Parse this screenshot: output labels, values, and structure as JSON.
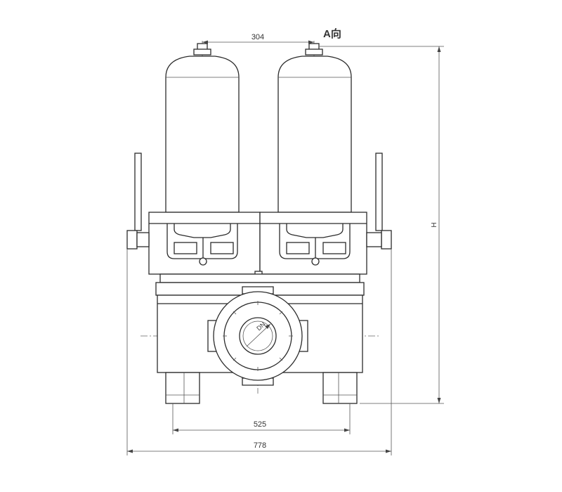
{
  "dimensions": {
    "top_spacing": "304",
    "view_label": "A向",
    "height": "H",
    "base_span": "525",
    "overall_width": "778",
    "port": "DN"
  },
  "colors": {
    "line": "#2b2b2b",
    "background": "#ffffff"
  }
}
